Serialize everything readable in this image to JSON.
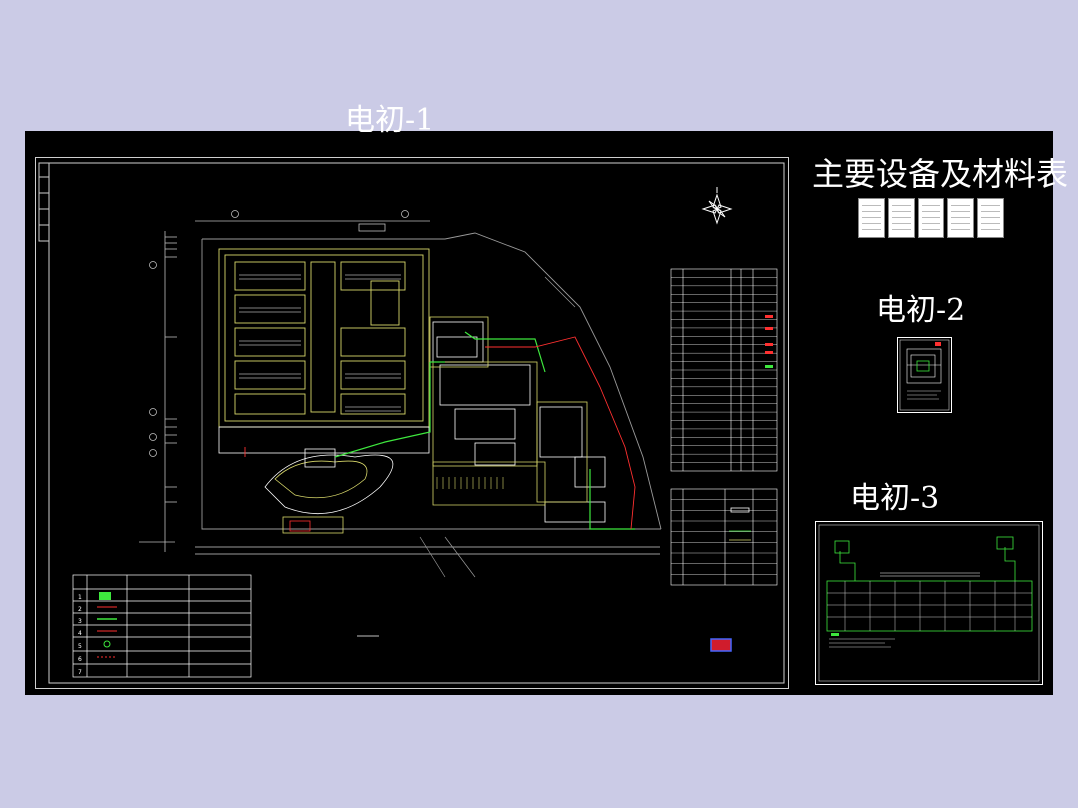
{
  "titles": {
    "elec1": "电初-1",
    "equipment_table": "主要设备及材料表",
    "elec2": "电初-2",
    "elec3": "电初-3"
  },
  "legend": {
    "rows": [
      {
        "no": "1"
      },
      {
        "no": "2"
      },
      {
        "no": "3"
      },
      {
        "no": "4"
      },
      {
        "no": "5"
      },
      {
        "no": "6"
      },
      {
        "no": "7"
      }
    ]
  },
  "equipment_rows": 24,
  "materials_rows": 9,
  "thumbnails": [
    "page-1",
    "page-2",
    "page-3",
    "page-4",
    "page-5"
  ],
  "colors": {
    "background": "#cbcbe6",
    "canvas": "#000000",
    "cad_white": "#ffffff",
    "cad_yellow": "#d8d86a",
    "cad_green": "#3ee83e",
    "cad_red": "#ff3030",
    "cad_gray": "#9a9a9a"
  }
}
